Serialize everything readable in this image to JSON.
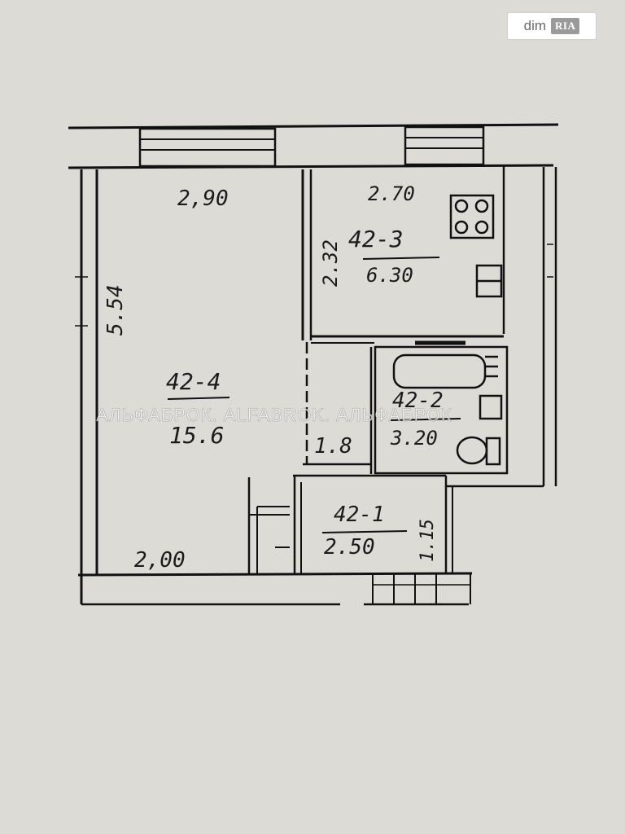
{
  "watermark": "АЛЬФАБРОК. ALFABROK. АЛЬФАБРОК",
  "logo": {
    "part1": "dim",
    "part2": "RIA"
  },
  "rooms": {
    "living": {
      "id": "42-4",
      "area": "15.6",
      "width_top": "2,90",
      "length": "5.54",
      "width_bottom": "2,00"
    },
    "kitchen": {
      "id": "42-3",
      "area": "6.30",
      "width": "2.70",
      "depth": "2.32"
    },
    "bathroom": {
      "id": "42-2",
      "area": "3.20"
    },
    "corridor": {
      "area": "1.8"
    },
    "hall": {
      "id": "42-1",
      "area": "2.50",
      "depth": "1.15"
    }
  }
}
